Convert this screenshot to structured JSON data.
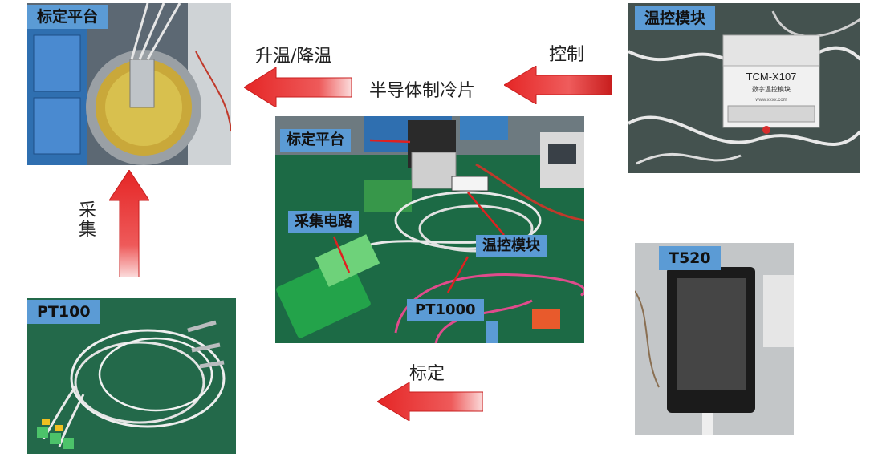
{
  "components": {
    "platform": {
      "label": "标定平台"
    },
    "tec_module": {
      "label": "温控模块",
      "model": "TCM-X107",
      "subtitle": "数字温控模块",
      "site": "www.xxxx.com"
    },
    "pt100": {
      "label": "PT100"
    },
    "t520": {
      "label": "T520"
    },
    "setup": {
      "platform_label": "标定平台",
      "circuit_label": "采集电路",
      "module_label": "温控模块",
      "pt1000_label": "PT1000"
    }
  },
  "arrows": {
    "heat_cool": "升温/降温",
    "control": "控制",
    "semiconductor": "半导体制冷片",
    "collect": "采集",
    "calibrate": "标定"
  },
  "colors": {
    "arrow_red": "#e83030",
    "label_blue": "#5b9bd5",
    "pcb_green": "#1f8a3a",
    "bench_green": "#1b6b44"
  }
}
